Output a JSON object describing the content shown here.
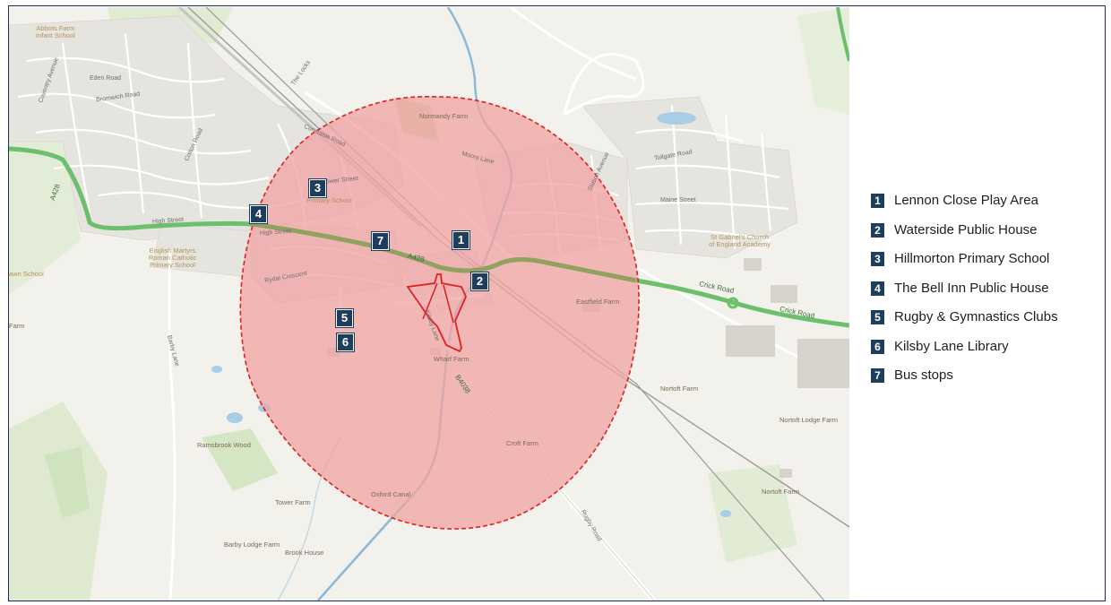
{
  "colors": {
    "marker": "#1f3d5c",
    "buffer_fill": "#f0a3a3",
    "buffer_stroke": "#e02020",
    "a_road": "#6cbf6c",
    "b_road": "#8aa05a",
    "canal": "#8ab8d8",
    "map_background": "#f2f1ec",
    "frame_border": "#1a2a52"
  },
  "legend": [
    {
      "number": "1",
      "label": "Lennon Close Play Area"
    },
    {
      "number": "2",
      "label": "Waterside Public House"
    },
    {
      "number": "3",
      "label": "Hillmorton Primary School"
    },
    {
      "number": "4",
      "label": "The Bell Inn Public House"
    },
    {
      "number": "5",
      "label": "Rugby & Gymnastics Clubs"
    },
    {
      "number": "6",
      "label": "Kilsby Lane Library"
    },
    {
      "number": "7",
      "label": "Bus stops"
    }
  ],
  "map": {
    "places": {
      "abbots_farm": "Abbots Farm\nInfant School",
      "normandy_farm": "Normandy Farm",
      "hillmorton_school": "Primary School",
      "english_martyrs": "English Martyrs\nRoman Catholic\nPrimary School",
      "st_gabriels": "St Gabriel's Church\nof England Academy",
      "eastfield_farm": "Eastfield Farm",
      "wharf_farm": "Wharf Farm",
      "nortoft_farm": "Nortoft Farm",
      "nortoft_lodge_farm": "Nortoft Lodge Farm",
      "nortoft_farm_2": "Nortoft Farm",
      "croft_farm": "Croft Farm",
      "ramsbrook_wood": "Ramsbrook Wood",
      "tower_farm": "Tower Farm",
      "barby_lodge_farm": "Barby Lodge Farm",
      "brook_house": "Brook House",
      "oxford_canal": "Oxford Canal",
      "lawn_school": "awn School",
      "farm_left": "Farm"
    },
    "streets": {
      "eden_road": "Eden Road",
      "bromwich_road": "Bromwich Road",
      "the_locks": "The Locks",
      "constable_road": "Constable Road",
      "moors_lane": "Moors Lane",
      "tollgate_road": "Tollgate Road",
      "station_avenue": "Station Avenue",
      "maine_street": "Maine Street",
      "high_street_west": "High Street",
      "high_street_east": "High Street",
      "barby_lane": "Barby Lane",
      "rugby_road": "Rugby Road",
      "kilsby_lane": "Kilsby Lane",
      "lower_street": "Lower Street",
      "rydal_crescent": "Rydal Crescent",
      "cotton_road": "Cotton Road",
      "coventry_avenue": "Coventry Avenue"
    },
    "roads": {
      "a428_west": "A428",
      "a428_centre": "A428",
      "b4038": "B4038",
      "crick_road_1": "Crick Road",
      "crick_road_2": "Crick Road"
    },
    "markers": [
      "1",
      "2",
      "3",
      "4",
      "5",
      "6",
      "7"
    ]
  }
}
